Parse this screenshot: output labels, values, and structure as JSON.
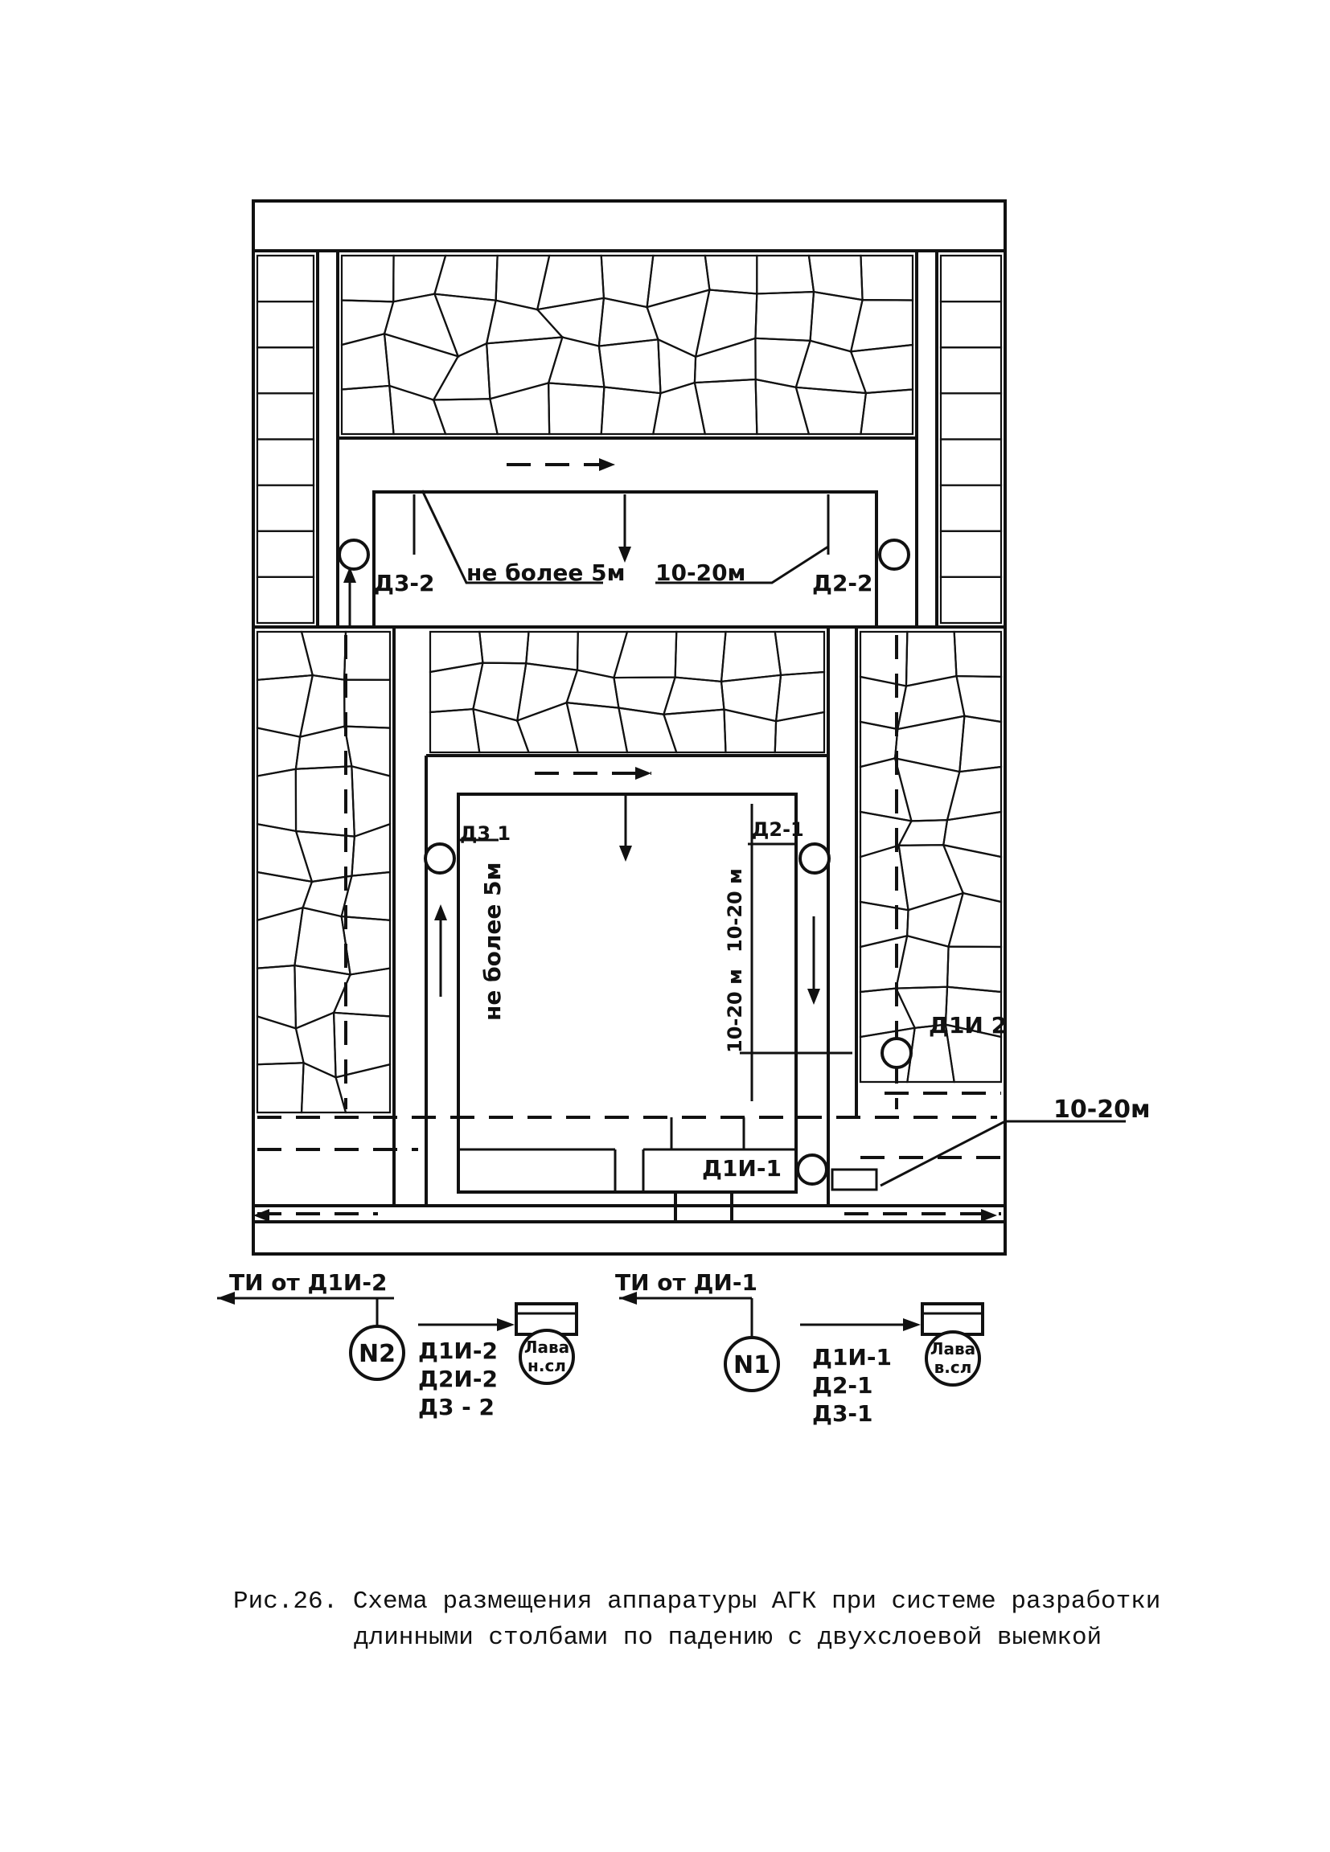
{
  "labels": {
    "d3_2": "Д3-2",
    "d2_2": "Д2-2",
    "ne_bolee_top": "не более 5м",
    "dist_top": "10-20м",
    "d3_1": "Д3 1",
    "d2_1": "Д2-1",
    "ne_bolee_vert": "не более 5м",
    "dist_v1": "10-20 м",
    "dist_v2": "10-20 м",
    "d1i_2": "Д1И 2",
    "d1i_1": "Д1И-1",
    "dist_right": "10-20м"
  },
  "legend": {
    "left": {
      "ti_text": "ТИ от Д1И-2",
      "unit": "N2",
      "box": [
        "Лава",
        "н.сл"
      ],
      "sensors": [
        "Д1И-2",
        "Д2И-2",
        "Д3 - 2"
      ]
    },
    "right": {
      "ti_text": "ТИ от ДИ-1",
      "unit": "N1",
      "box": [
        "Лава",
        "в.сл"
      ],
      "sensors": [
        "Д1И-1",
        "Д2-1",
        "Д3-1"
      ]
    }
  },
  "caption": {
    "line1": "Рис.26. Схема размещения аппаратуры АГК при системе разработки",
    "line2": "длинными столбами по падению с двухслоевой выемкой"
  }
}
